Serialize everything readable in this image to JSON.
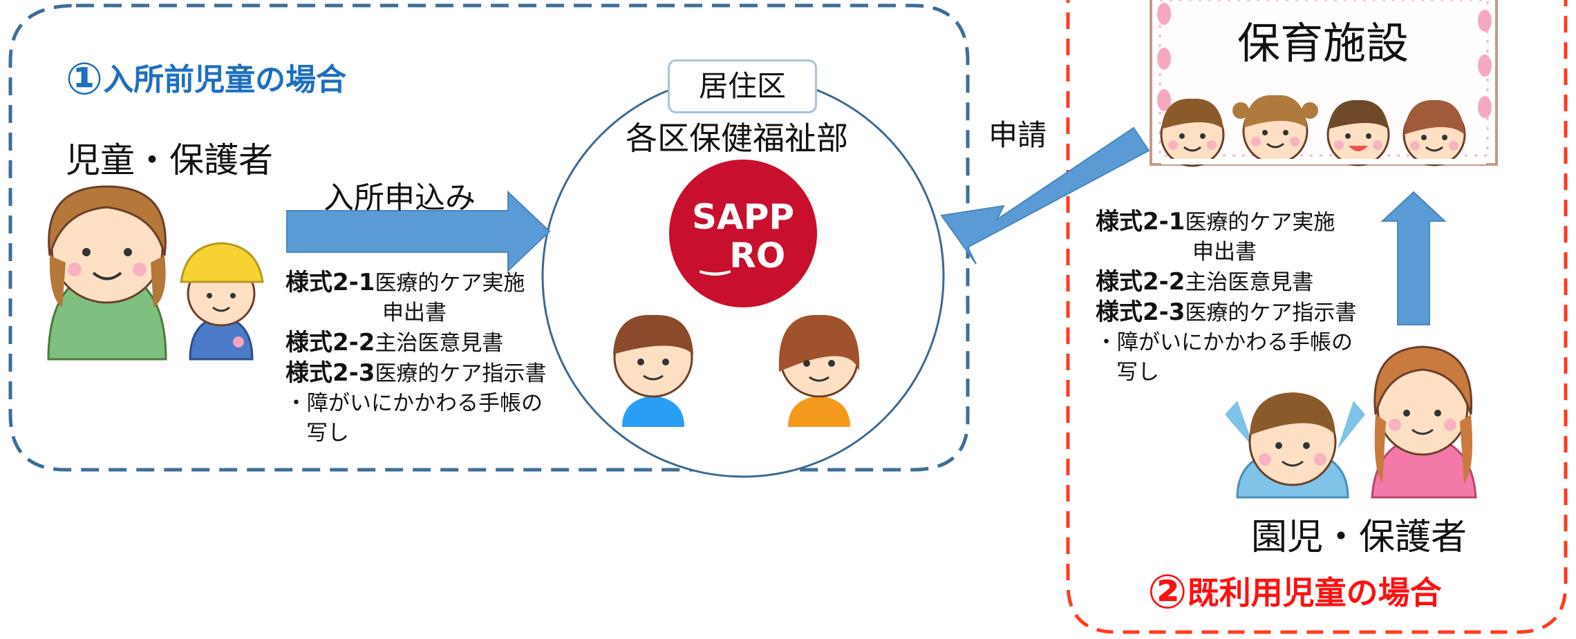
{
  "case1": {
    "number": "①",
    "title": "入所前児童の場合",
    "applicant": "児童・保護者",
    "arrow_label": "入所申込み"
  },
  "office": {
    "tag": "居住区",
    "name": "各区保健福祉部",
    "logo_line1": "SAPP",
    "logo_line2": "‿RO"
  },
  "facility": {
    "name": "保育施設",
    "arrow_label": "申請"
  },
  "case2": {
    "number": "②",
    "title": "既利用児童の場合",
    "applicant": "園児・保護者"
  },
  "documents": {
    "form1_code": "様式2-1",
    "form1_name": "医療的ケア実施",
    "form1_name_cont": "申出書",
    "form2_code": "様式2-2",
    "form2_name": "主治医意見書",
    "form3_code": "様式2-3",
    "form3_name": "医療的ケア指示書",
    "note_line1": "・障がいにかかわる手帳の",
    "note_line2": "写し"
  },
  "colors": {
    "case1_accent": "#1e6fc0",
    "case2_accent": "#ff1010",
    "arrow_fill": "#5b9bd5",
    "logo_red": "#c8102e",
    "case1_border": "#3e6e97",
    "case2_border": "#ff3b1f"
  }
}
